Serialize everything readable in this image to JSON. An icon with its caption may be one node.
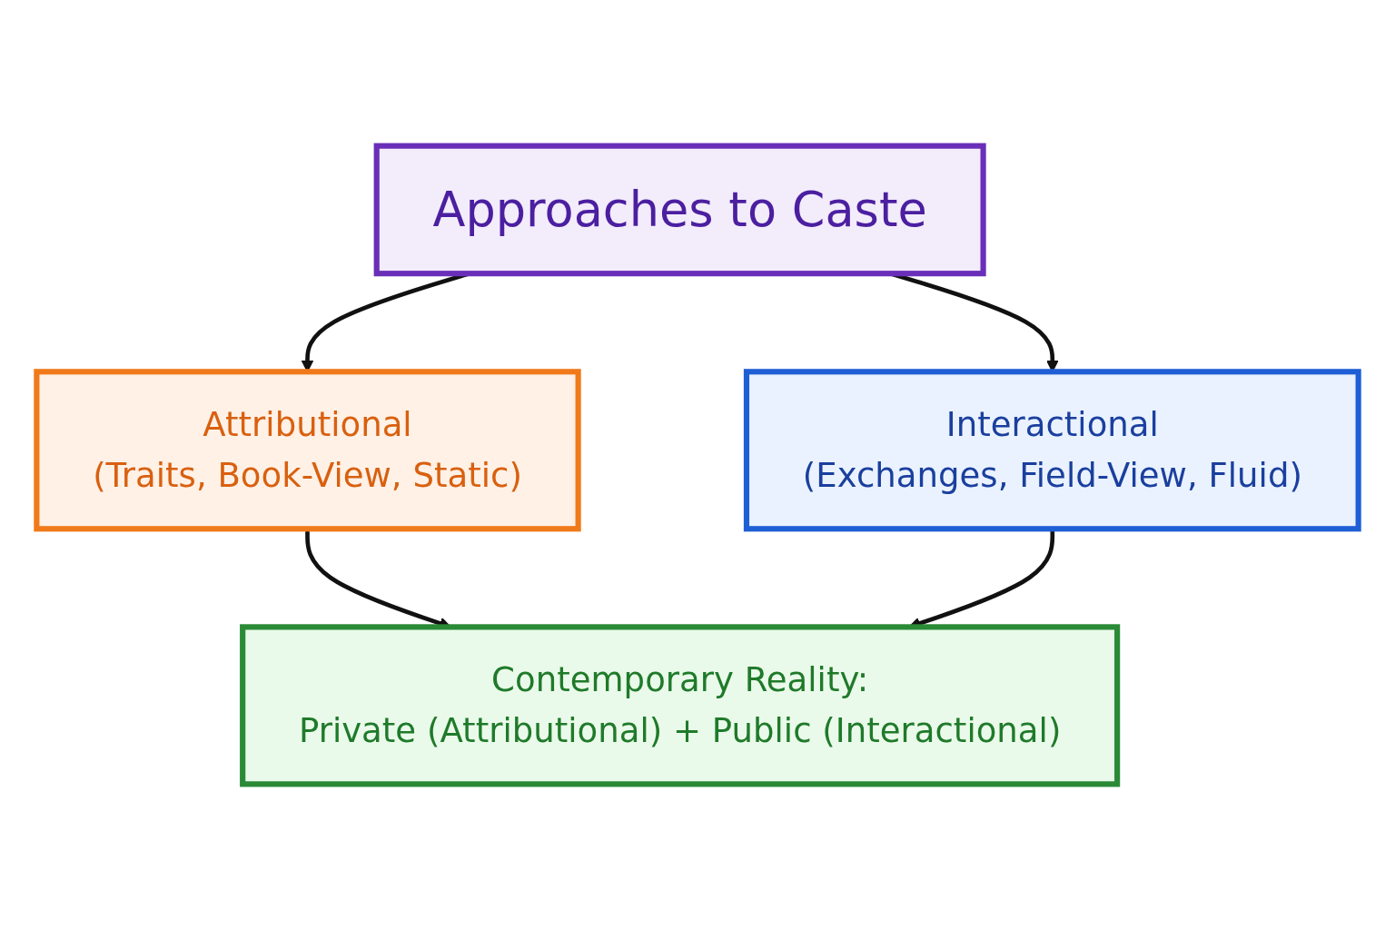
{
  "diagram": {
    "nodes": [
      {
        "text": [
          "Approaches to Caste"
        ]
      },
      {
        "text": [
          "Attributional",
          "(Traits, Book-View, Static)"
        ]
      },
      {
        "text": [
          "Interactional",
          "(Exchanges, Field-View, Fluid)"
        ]
      },
      {
        "text": [
          "Contemporary Reality:",
          "Private (Attributional) + Public (Interactional)"
        ]
      }
    ],
    "edges": [
      {
        "from": 0,
        "to": 1,
        "arrow": "to"
      },
      {
        "from": 0,
        "to": 2,
        "arrow": "to"
      },
      {
        "from": 1,
        "to": 3,
        "arrow": "to"
      },
      {
        "from": 2,
        "to": 3,
        "arrow": "to"
      }
    ]
  }
}
